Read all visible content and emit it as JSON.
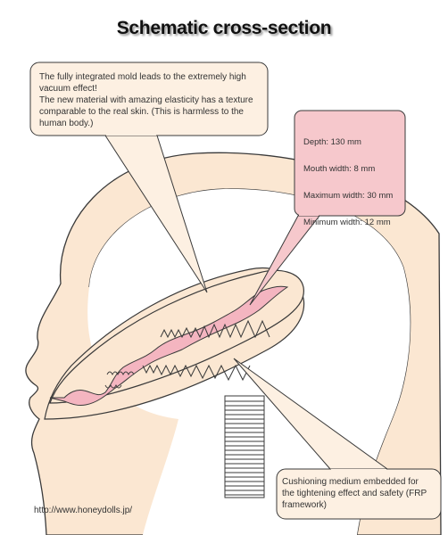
{
  "title": "Schematic cross-section",
  "callouts": {
    "vacuum": "The fully integrated mold leads to the extremely high\nvacuum effect!\nThe new material with amazing elasticity has a texture\ncomparable to the real skin. (This is harmless to the\nhuman body.)",
    "dimensions": [
      "Depth: 130 mm",
      "Mouth width: 8 mm",
      "Maximum width: 30 mm",
      "Minimum width: 12 mm"
    ],
    "cushion": "Cushioning medium embedded for\nthe tightening effect and safety (FRP\nframework)"
  },
  "footer_url": "http://www.honeydolls.jp/",
  "colors": {
    "head_fill": "#fbe7d2",
    "callout_fill": "#fdf0e2",
    "dims_fill": "#f6c8cc",
    "cavity_fill": "#f4b5c0",
    "outline": "#3a3a3a"
  }
}
